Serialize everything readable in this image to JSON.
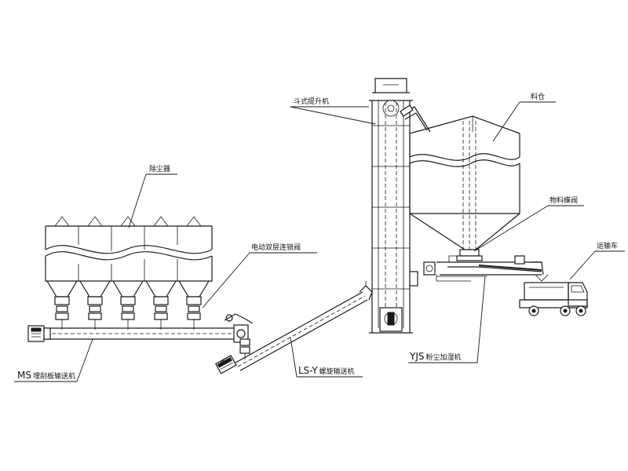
{
  "labels": {
    "dust_collector": "除尘器",
    "bucket_elevator": "斗式提升机",
    "silo": "料仓",
    "material_valve": "物料蝶阀",
    "truck": "运输车",
    "double_valve": "电动双层连锁阀",
    "ms_prefix": "MS",
    "ms_suffix": "埋刮板输送机",
    "ls_prefix": "LS-Y",
    "ls_suffix": "螺旋输送机",
    "yjs_prefix": "YJS",
    "yjs_suffix": "粉尘加湿机"
  }
}
